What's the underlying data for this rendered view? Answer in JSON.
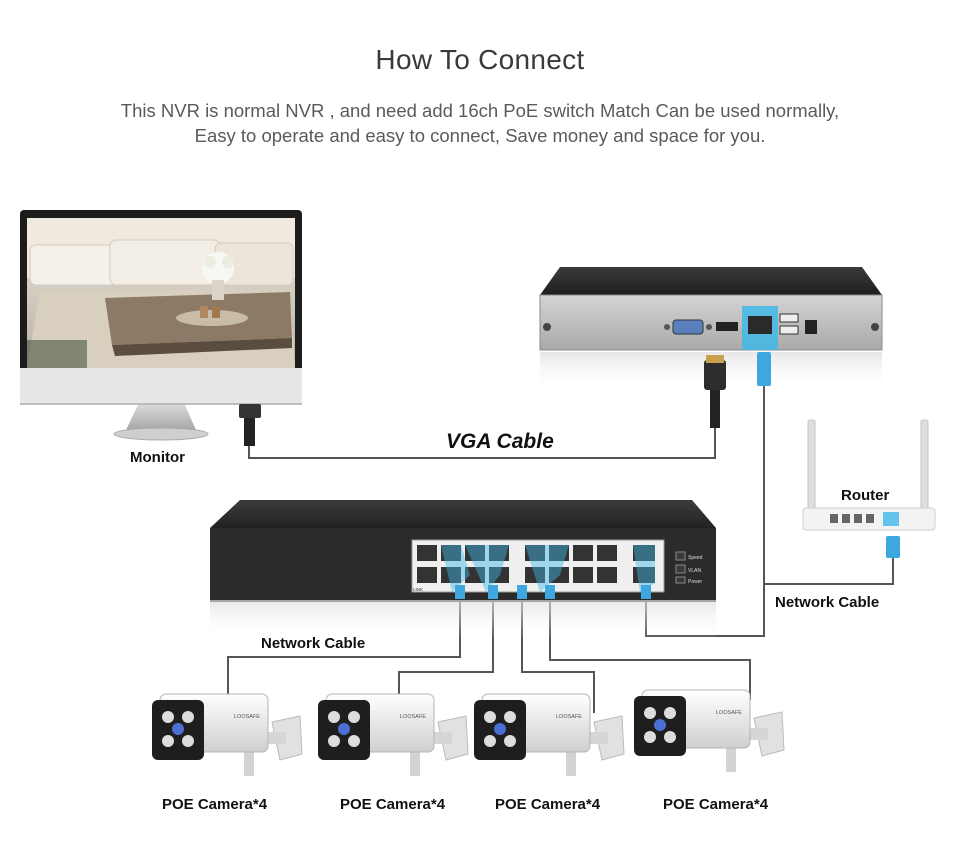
{
  "header": {
    "title": "How To Connect",
    "subtitle_line1": "This NVR is normal NVR , and need add 16ch PoE switch Match Can be used normally,",
    "subtitle_line2": "Easy to operate and easy to connect,   Save money and space for you."
  },
  "labels": {
    "monitor": "Monitor",
    "router": "Router",
    "vga_cable": "VGA Cable",
    "network_cable_switch": "Network Cable",
    "network_cable_router": "Network Cable",
    "camera_1": "POE Camera*4",
    "camera_2": "POE Camera*4",
    "camera_3": "POE Camera*4",
    "camera_4": "POE Camera*4"
  },
  "device_text": {
    "camera_brand_1": "LOOSAFE",
    "camera_brand_2": "LOOSAFE",
    "camera_brand_3": "LOOSAFE",
    "camera_brand_4": "LOOSAFE",
    "switch_speed": "Speed",
    "switch_vlan": "VLAN",
    "switch_power": "Power",
    "switch_link": "LINK"
  },
  "colors": {
    "cable": "#555555",
    "port_highlight": "#3fb8e6",
    "device_dark": "#2c2c2c"
  }
}
